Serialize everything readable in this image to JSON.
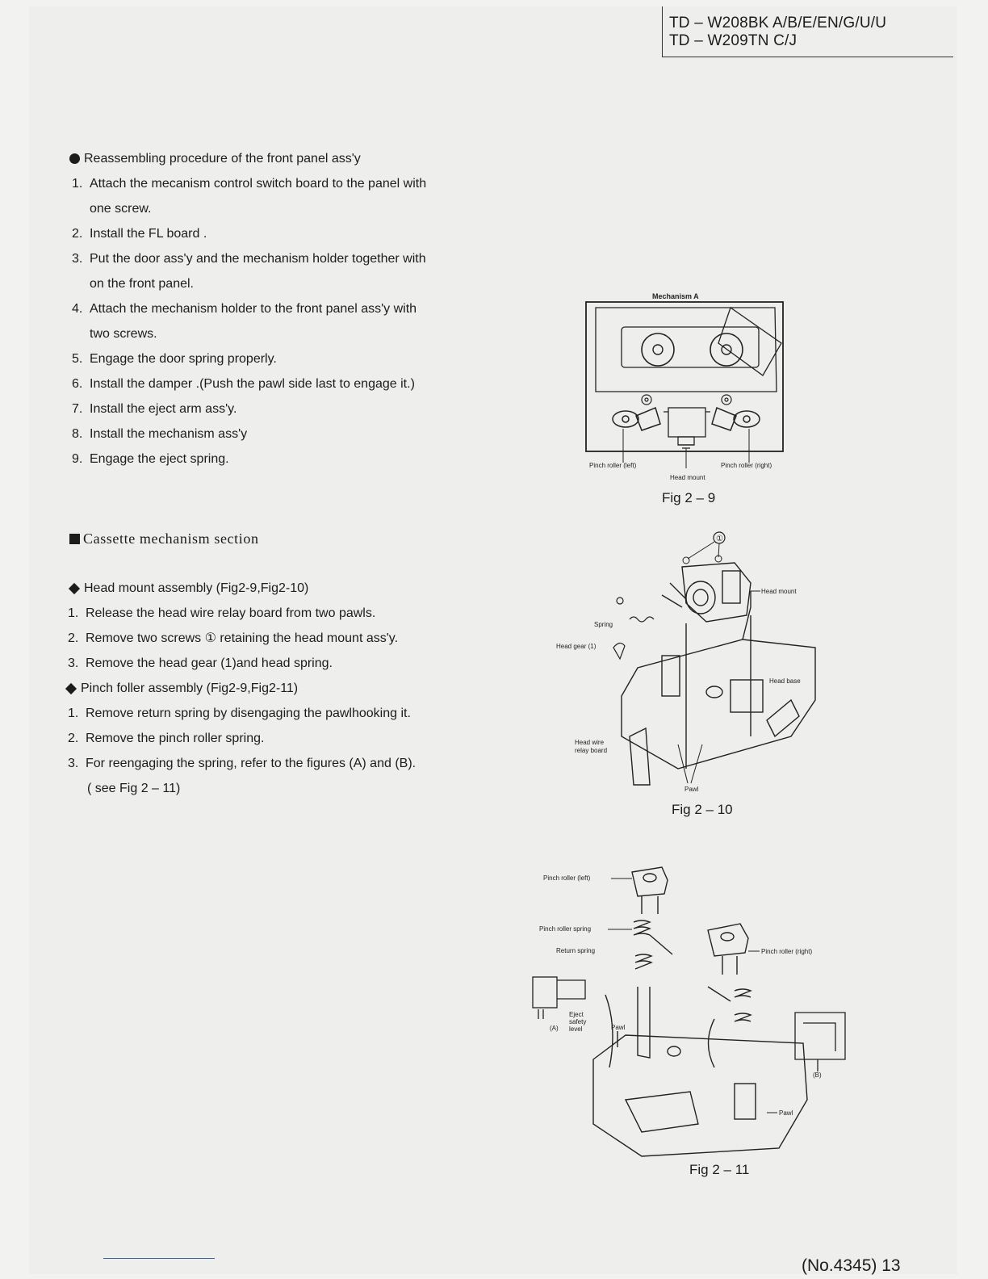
{
  "header": {
    "model_line_1": "TD – W208BK A/B/E/EN/G/U/U",
    "model_line_2": "TD – W209TN C/J"
  },
  "reassembly": {
    "heading": "Reassembling procedure of the front panel ass'y",
    "steps": [
      {
        "num": "1.",
        "text": "Attach the mecanism control switch board to the panel with",
        "cont": "one screw."
      },
      {
        "num": "2.",
        "text": "Install the FL board ."
      },
      {
        "num": "3.",
        "text": "Put the door ass'y and the mechanism holder together with",
        "cont": "on the front panel."
      },
      {
        "num": "4.",
        "text": "Attach the mechanism holder to the front panel ass'y with",
        "cont": "two screws."
      },
      {
        "num": "5.",
        "text": "Engage the door spring properly."
      },
      {
        "num": "6.",
        "text": "Install the damper .(Push  the pawl side last to engage it.)"
      },
      {
        "num": "7.",
        "text": "Install the eject arm ass'y."
      },
      {
        "num": "8.",
        "text": "Install the mechanism ass'y"
      },
      {
        "num": "9.",
        "text": "Engage the eject spring."
      }
    ]
  },
  "cassette_section": {
    "heading": "Cassette  mechanism  section"
  },
  "head_mount": {
    "heading": "Head mount assembly (Fig2-9,Fig2-10)",
    "steps": [
      {
        "num": "1.",
        "text": "Release the head wire relay board from two pawls."
      },
      {
        "num": "2.",
        "text": "Remove two screws ① retaining the head mount ass'y."
      },
      {
        "num": "3.",
        "text": "Remove the head gear (1)and head spring."
      }
    ]
  },
  "pinch_roller": {
    "heading": "Pinch foller assembly (Fig2-9,Fig2-11)",
    "steps": [
      {
        "num": "1.",
        "text": "Remove return spring by disengaging the pawlhooking it."
      },
      {
        "num": "2.",
        "text": "Remove the pinch roller spring."
      },
      {
        "num": "3.",
        "text": "For reengaging the spring, refer to the figures (A) and (B).",
        "cont": "( see Fig 2 – 11)"
      }
    ]
  },
  "fig_2_9": {
    "caption": "Fig 2 – 9",
    "title": "Mechanism  A",
    "label_left": "Pinch roller (left)",
    "label_center": "Head mount",
    "label_right": "Pinch roller (right)"
  },
  "fig_2_10": {
    "caption": "Fig 2 – 10",
    "callout": "①",
    "label_head_mount": "Head mount",
    "label_spring": "Spring",
    "label_head_gear": "Head gear (1)",
    "label_head_base": "Head base",
    "label_wire_1": "Head wire",
    "label_wire_2": "relay board",
    "label_pawl": "Pawl"
  },
  "fig_2_11": {
    "caption": "Fig 2 – 11",
    "label_pinch_left": "Pinch roller (left)",
    "label_pinch_spring": "Pinch roller spring",
    "label_return_spring": "Return spring",
    "label_pinch_right": "Pinch roller (right)",
    "label_eject_1": "Eject",
    "label_eject_2": "safety",
    "label_eject_3": "level",
    "label_a": "(A)",
    "label_b": "(B)",
    "label_pawl_1": "Pawl",
    "label_pawl_2": "Pawl"
  },
  "footer": {
    "page_ref": "(No.4345)  13"
  }
}
